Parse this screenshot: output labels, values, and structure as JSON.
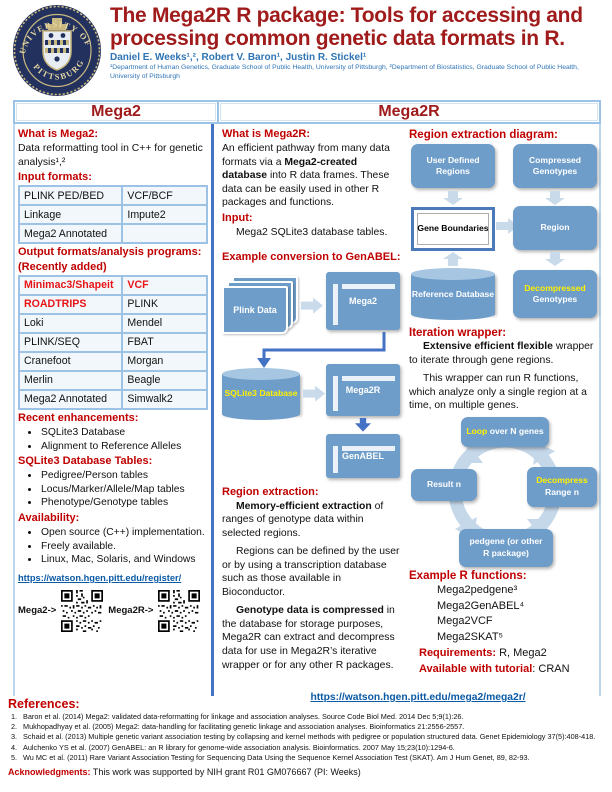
{
  "header": {
    "title": "The Mega2R R package: Tools for accessing and processing common genetic data formats in R.",
    "authors": "Daniel E. Weeks¹,², Robert V. Baron¹, Justin R. Stickel¹",
    "affiliations": "¹Department of Human Genetics, Graduate School of Public Health, University of Pittsburgh, ²Department of Biostatistics, Graduate School of Public Health, University of Pittsburgh",
    "seal_top": "UNIVERSITY OF",
    "seal_bottom": "PITTSBURGH"
  },
  "col_headers": {
    "left": "Mega2",
    "right": "Mega2R"
  },
  "mega2": {
    "what_heading": "What is Mega2:",
    "what_text": "Data reformatting tool in C++ for genetic analysis¹,²",
    "input_heading": "Input formats:",
    "input_rows": [
      [
        "PLINK PED/BED",
        "VCF/BCF"
      ],
      [
        "Linkage",
        "Impute2"
      ],
      [
        "Mega2 Annotated",
        ""
      ]
    ],
    "output_heading": "Output formats/analysis programs:",
    "output_subheading": "(Recently added)",
    "output_rows": [
      [
        "Minimac3/Shapeit",
        "VCF"
      ],
      [
        "ROADTRIPS",
        "PLINK"
      ],
      [
        "Loki",
        "Mendel"
      ],
      [
        "PLINK/SEQ",
        "FBAT"
      ],
      [
        "Cranefoot",
        "Morgan"
      ],
      [
        "Merlin",
        "Beagle"
      ],
      [
        "Mega2 Annotated",
        "Simwalk2"
      ]
    ],
    "enhancements_heading": "Recent enhancements:",
    "enhancements": [
      "SQLite3 Database",
      "Alignment to Reference Alleles"
    ],
    "db_tables_heading": "SQLite3 Database Tables:",
    "db_tables": [
      "Pedigree/Person tables",
      "Locus/Marker/Allele/Map tables",
      "Phenotype/Genotype tables"
    ],
    "availability_heading": "Availability:",
    "availability": [
      "Open source (C++) implementation.",
      "Freely available.",
      "Linux, Mac, Solaris, and Windows"
    ],
    "register_link": "https://watson.hgen.pitt.edu/register/",
    "qr_left_label": "Mega2->",
    "qr_right_label": "Mega2R->"
  },
  "mega2r": {
    "what_heading": "What is Mega2R:",
    "what_pre": "An efficient pathway from many data formats via a ",
    "what_bold": "Mega2-created database",
    "what_post": " into R data frames. These data can be easily used in other R packages and functions.",
    "input_heading": "Input:",
    "input_text": "Mega2 SQLite3 database tables.",
    "conversion_heading": "Example conversion to GenABEL:",
    "flow": {
      "plink": "Plink Data",
      "mega2": "Mega2",
      "db": "SQLite3 Database",
      "mega2r": "Mega2R",
      "genabel": "GenABEL"
    },
    "region_heading": "Region extraction:",
    "p1_bold": "Memory-efficient extraction",
    "p1_rest": " of ranges of genotype data within selected regions.",
    "p2": "Regions can be defined by the user or by using a transcription database such as those available in Bioconductor.",
    "p3_bold": "Genotype data is compressed",
    "p3_rest": " in the database for storage purposes, Mega2R can extract and decompress data for use in Mega2R’s iterative wrapper or for any other R packages."
  },
  "region_diagram": {
    "heading": "Region extraction diagram:",
    "user_defined": "User Defined Regions",
    "compressed": "Compressed Genotypes",
    "gene_boundaries": "Gene Boundaries",
    "region": "Region",
    "reference_db": "Reference Database",
    "decompressed_hl": "Decompressed",
    "decompressed_rest": "Genotypes"
  },
  "iteration": {
    "heading": "Iteration wrapper:",
    "p1_bold": "Extensive efficient flexible",
    "p1_rest": " wrapper to iterate through gene regions.",
    "p2": "This wrapper can run R functions, which analyze only a single region at a time, on multiple genes.",
    "cycle_top_hl": "Loop",
    "cycle_top_rest": " over N genes",
    "cycle_right_hl": "Decompress",
    "cycle_right_rest": "Range n",
    "cycle_bottom_line1": "pedgene (or other",
    "cycle_bottom_line2": "R package)",
    "cycle_left": "Result n"
  },
  "functions": {
    "heading": "Example R functions:",
    "items": [
      "Mega2pedgene³",
      "Mega2GenABEL⁴",
      "Mega2VCF",
      "Mega2SKAT⁵"
    ],
    "requirements_label": "Requirements:",
    "requirements_value": " R, Mega2",
    "tutorial_label": "Available with tutorial",
    "tutorial_value": ": CRAN"
  },
  "footer": {
    "main_link": "https://watson.hgen.pitt.edu/mega2/mega2r/",
    "references_heading": "References:",
    "references": [
      {
        "num": "1.",
        "text": "Baron et al. (2014) Mega2: validated data-reformatting for linkage and association analyses. Source Code Biol Med. 2014 Dec 5;9(1):26."
      },
      {
        "num": "2.",
        "text": "Mukhopadhyay et al. (2005) Mega2: data-handling for facilitating genetic linkage and association analyses. Bioinformatics 21:2556-2557."
      },
      {
        "num": "3.",
        "text": "Schaid et al. (2013) Multiple genetic variant association testing by collapsing and kernel methods with pedigree or population structured data. Genet Epidemiology 37(5):408-418."
      },
      {
        "num": "4.",
        "text": "Aulchenko YS et al. (2007) GenABEL: an R library for genome-wide association analysis. Bioinformatics. 2007 May 15;23(10):1294-6."
      },
      {
        "num": "5.",
        "text": "Wu MC et al. (2011) Rare Variant Association Testing for Sequencing Data Using the Sequence Kernel Association Test (SKAT). Am J Hum Genet, 89, 82-93."
      }
    ],
    "ack_label": "Acknowledgments:",
    "ack_text": " This work was supported by NIH grant R01 GM076667 (PI: Weeks)"
  },
  "colors": {
    "title_red": "#A01B1B",
    "heading_red": "#C00000",
    "accent_red": "#E81416",
    "author_blue": "#2E74B5",
    "link_blue": "#0B5AA5",
    "box_blue": "#6E9DC9",
    "separator_blue": "#4472C4",
    "table_border": "#9CC2E5",
    "highlight_yellow": "#FFF000"
  }
}
